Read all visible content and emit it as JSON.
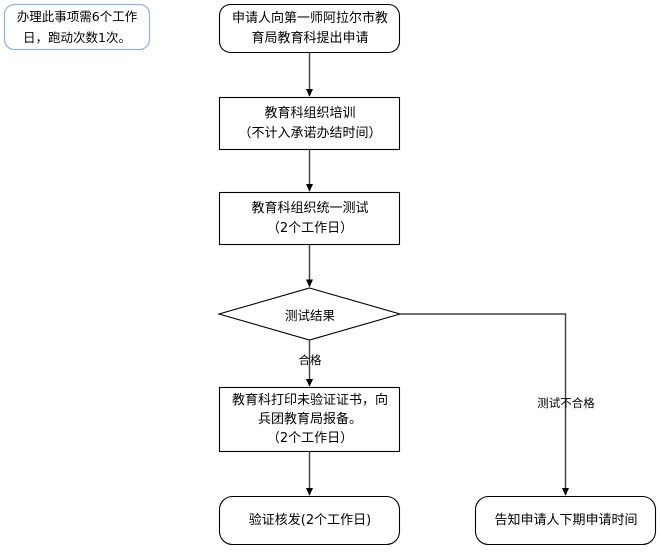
{
  "diagram": {
    "title_note": {
      "text": "办理此事项需6个工作日，跑动次数1次。",
      "border_color": "#95b3d7",
      "fill_color": "#ffffff"
    },
    "nodes": [
      {
        "id": "apply",
        "shape": "rounded-rect",
        "text": "申请人向第一师阿拉尔市教\n育局教育科提出申请"
      },
      {
        "id": "training",
        "shape": "rect",
        "text": "教育科组织培训\n（不计入承诺办结时间）"
      },
      {
        "id": "test",
        "shape": "rect",
        "text": "教育科组织统一测试\n（2个工作日）"
      },
      {
        "id": "result",
        "shape": "diamond",
        "text": "测试结果"
      },
      {
        "id": "print",
        "shape": "rect",
        "text": "教育科打印未验证证书，向\n兵团教育局报备。\n（2个工作日）"
      },
      {
        "id": "issue",
        "shape": "rounded-rect",
        "text": "验证核发(2个工作日)"
      },
      {
        "id": "notify",
        "shape": "rounded-rect",
        "text": "告知申请人下期申请时间"
      }
    ],
    "edge_labels": [
      {
        "id": "pass",
        "text": "合格"
      },
      {
        "id": "fail",
        "text": "测试不合格"
      }
    ],
    "colors": {
      "stroke": "#000000",
      "node_fill": "#ffffff",
      "note_stroke": "#95b3d7"
    }
  }
}
